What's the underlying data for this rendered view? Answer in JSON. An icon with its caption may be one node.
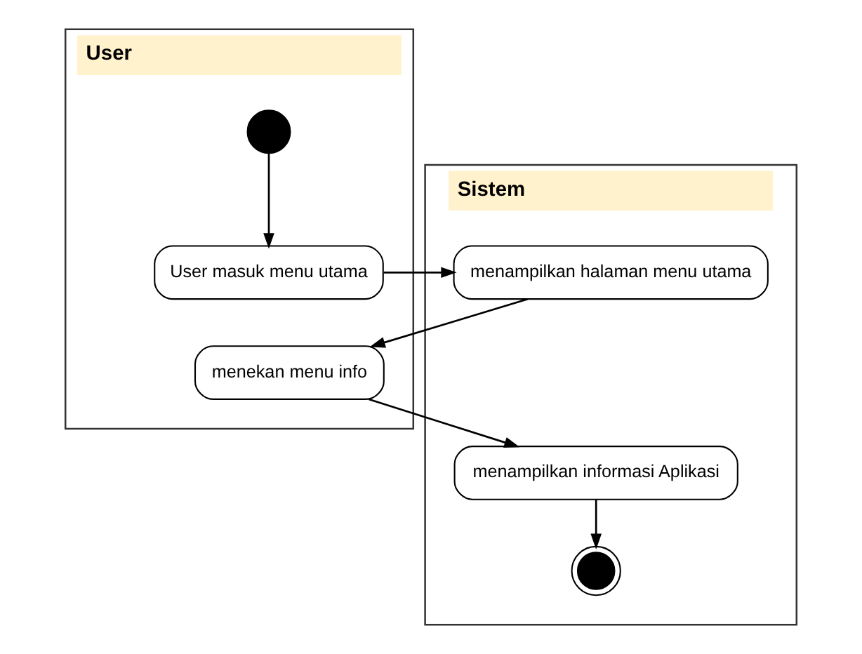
{
  "diagram": {
    "nodes": [
      {
        "text": [
          "User"
        ]
      },
      {
        "text": [
          "Sistem"
        ]
      },
      {
        "text": [],
        "shape": "circle",
        "in": 0
      },
      {
        "text": [
          "User masuk menu utama"
        ],
        "in": 0
      },
      {
        "text": [
          "menampilkan halaman menu utama"
        ],
        "in": 1
      },
      {
        "text": [
          "menekan menu info"
        ],
        "in": 0
      },
      {
        "text": [
          "menampilkan informasi Aplikasi"
        ],
        "in": 1
      },
      {
        "text": [],
        "shape": "circle",
        "in": 1
      }
    ],
    "edges": [
      {
        "from": 2,
        "to": 3,
        "arrow": "to"
      },
      {
        "from": 3,
        "to": 4,
        "arrow": "to"
      },
      {
        "from": 4,
        "to": 5,
        "arrow": "to"
      },
      {
        "from": 5,
        "to": 6,
        "arrow": "to"
      },
      {
        "from": 6,
        "to": 7,
        "arrow": "to"
      }
    ]
  }
}
